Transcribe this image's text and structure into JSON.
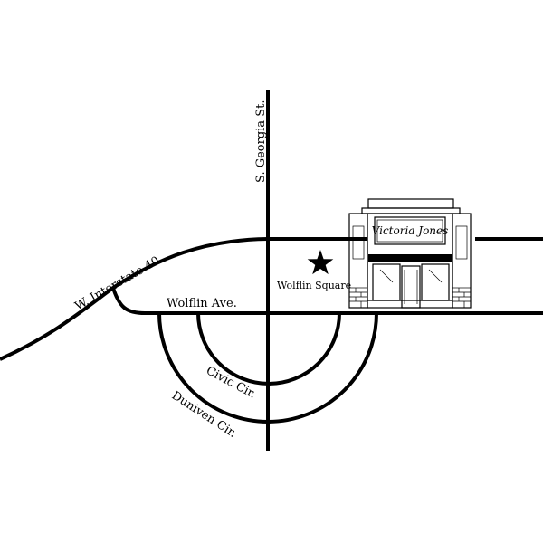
{
  "map": {
    "roads": {
      "georgia": "S. Georgia St.",
      "interstate": "W. Interstate 40",
      "wolflin_ave": "Wolflin Ave.",
      "civic": "Civic Cir.",
      "duniven": "Duniven Cir."
    },
    "landmark": {
      "name": "Wolflin Square",
      "marker_icon": "star-icon"
    },
    "store": {
      "sign": "Victoria Jones"
    }
  }
}
